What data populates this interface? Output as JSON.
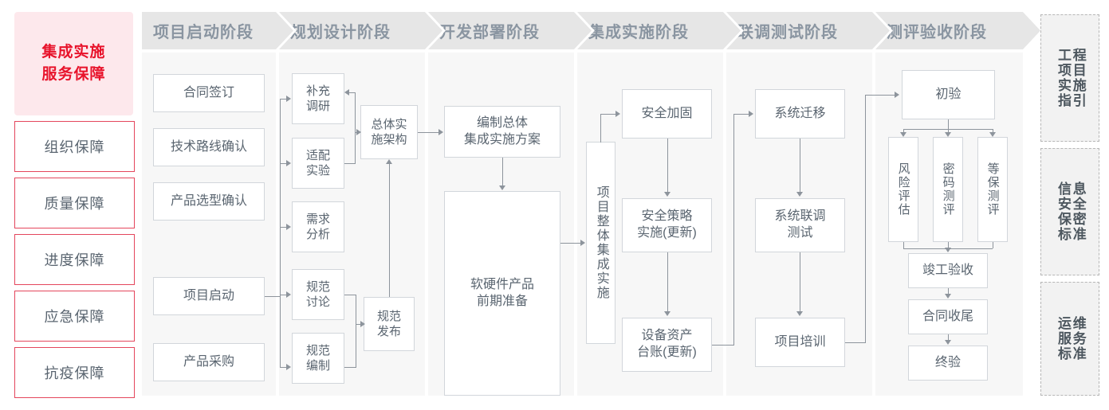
{
  "left_panel": {
    "title": [
      "集成实施",
      "服务保障"
    ],
    "title_color": "#e8132b",
    "title_bg": "#fde8ec",
    "items": [
      {
        "label": "组织保障"
      },
      {
        "label": "质量保障"
      },
      {
        "label": "进度保障"
      },
      {
        "label": "应急保障"
      },
      {
        "label": "抗疫保障"
      }
    ]
  },
  "phases": [
    {
      "label": "项目启动阶段"
    },
    {
      "label": "规划设计阶段"
    },
    {
      "label": "开发部署阶段"
    },
    {
      "label": "集成实施阶段"
    },
    {
      "label": "联调测试阶段"
    },
    {
      "label": "测评验收阶段"
    }
  ],
  "nodes": {
    "p1": [
      {
        "label": "合同签订"
      },
      {
        "label": "技术路线确认"
      },
      {
        "label": "产品选型确认"
      },
      {
        "label": "项目启动"
      },
      {
        "label": "产品采购"
      }
    ],
    "p2a": [
      {
        "label": "补充\n调研"
      },
      {
        "label": "适配\n实验"
      },
      {
        "label": "需求\n分析"
      },
      {
        "label": "规范\n讨论"
      },
      {
        "label": "规范\n编制"
      }
    ],
    "p2b": [
      {
        "label": "总体实\n施架构"
      },
      {
        "label": "规范\n发布"
      }
    ],
    "p3": [
      {
        "label": "编制总体\n集成实施方案"
      },
      {
        "label": "软硬件产品\n前期准备"
      }
    ],
    "p4_main": {
      "label": "项目整体集成实施"
    },
    "p4": [
      {
        "label": "安全加固"
      },
      {
        "label": "安全策略\n实施(更新)"
      },
      {
        "label": "设备资产\n台账(更新)"
      }
    ],
    "p5": [
      {
        "label": "系统迁移"
      },
      {
        "label": "系统联调\n测试"
      },
      {
        "label": "项目培训"
      }
    ],
    "p6": [
      {
        "label": "初验"
      },
      {
        "label": "风险评估"
      },
      {
        "label": "密码测评"
      },
      {
        "label": "等保测评"
      },
      {
        "label": "竣工验收"
      },
      {
        "label": "合同收尾"
      },
      {
        "label": "终验"
      }
    ]
  },
  "standards": [
    {
      "col_right": "程目施引",
      "col_left": "工项实指",
      "full": "工程项目实施指引"
    },
    {
      "col_right": "息全密准",
      "col_left": "信安保标",
      "full": "信息安全保密标准"
    },
    {
      "col_right": "维务准",
      "col_left": "运服标",
      "full": "运维服务标准"
    }
  ],
  "colors": {
    "accent_red": "#e8132b",
    "box_border": "#d2d6db",
    "band_bg": "#f7f7f7",
    "chevron_bg": "#e6e6e6",
    "chevron_text": "#8a95a1",
    "connector": "#8d949c"
  }
}
